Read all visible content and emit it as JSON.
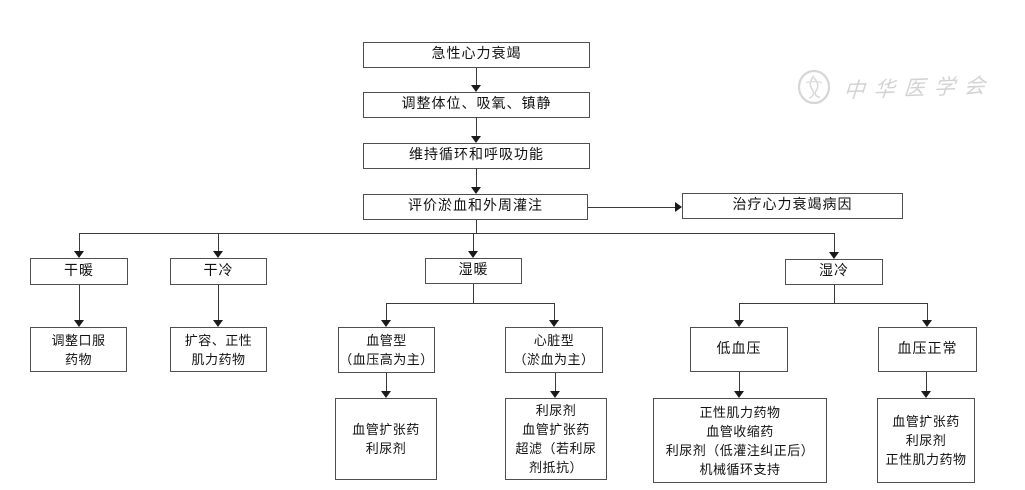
{
  "watermark": {
    "text": "中华医学会",
    "emblem": "cma-seal-icon"
  },
  "colors": {
    "background": "#ffffff",
    "line": "#3a3a3a",
    "box_border": "#4f4f4f",
    "text": "#111111",
    "watermark": "#cccccc"
  },
  "nodes": {
    "acute": {
      "label": "急性心力衰竭"
    },
    "adjust": {
      "label": "调整体位、吸氧、镇静"
    },
    "maintain": {
      "label": "维持循环和呼吸功能"
    },
    "evaluate": {
      "label": "评价淤血和外周灌注"
    },
    "treat_cause": {
      "label": "治疗心力衰竭病因"
    },
    "dry_warm": {
      "label": "干暖"
    },
    "dry_cold": {
      "label": "干冷"
    },
    "wet_warm": {
      "label": "湿暖"
    },
    "wet_cold": {
      "label": "湿冷"
    },
    "oral_meds": {
      "lines": [
        "调整口服",
        "药物"
      ]
    },
    "volume_inotrope": {
      "lines": [
        "扩容、正性",
        "肌力药物"
      ]
    },
    "vascular_type": {
      "lines": [
        "血管型",
        "（血压高为主）"
      ]
    },
    "cardiac_type": {
      "lines": [
        "心脏型",
        "（淤血为主）"
      ]
    },
    "hypotension": {
      "label": "低血压"
    },
    "normal_bp": {
      "label": "血压正常"
    },
    "vasodilator_diuretic": {
      "lines": [
        "血管扩张药",
        "利尿剂"
      ]
    },
    "diuretic_vasodilator_uf": {
      "lines": [
        "利尿剂",
        "血管扩张药",
        "超滤（若利尿",
        "剂抵抗）"
      ]
    },
    "inotrope_vasoconstrictor": {
      "lines": [
        "正性肌力药物",
        "血管收缩药",
        "利尿剂（低灌注纠正后）",
        "机械循环支持"
      ]
    },
    "vasodilator_diuretic_inotrope": {
      "lines": [
        "血管扩张药",
        "利尿剂",
        "正性肌力药物"
      ]
    }
  }
}
